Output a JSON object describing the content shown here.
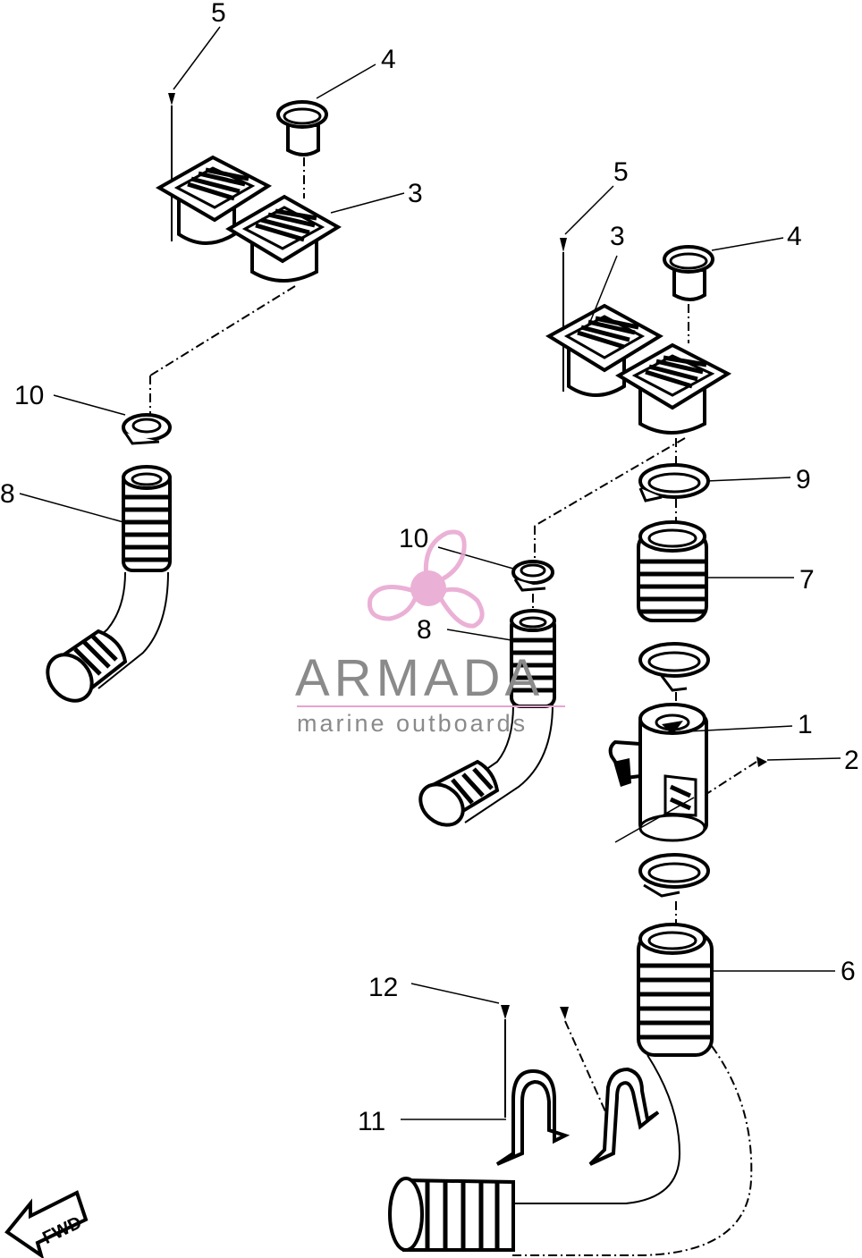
{
  "diagram": {
    "callouts": {
      "c5a": "5",
      "c4a": "4",
      "c3a": "3",
      "c10a": "10",
      "c8a": "8",
      "c5b": "5",
      "c3b": "3",
      "c4b": "4",
      "c9": "9",
      "c10b": "10",
      "c7": "7",
      "c8b": "8",
      "c1": "1",
      "c2": "2",
      "c12": "12",
      "c6": "6",
      "c11": "11"
    },
    "fwd_label": "FWD"
  },
  "watermark": {
    "brand": "ARMADA",
    "tagline": "marine outboards",
    "accent_color": "#e8a3cf"
  }
}
